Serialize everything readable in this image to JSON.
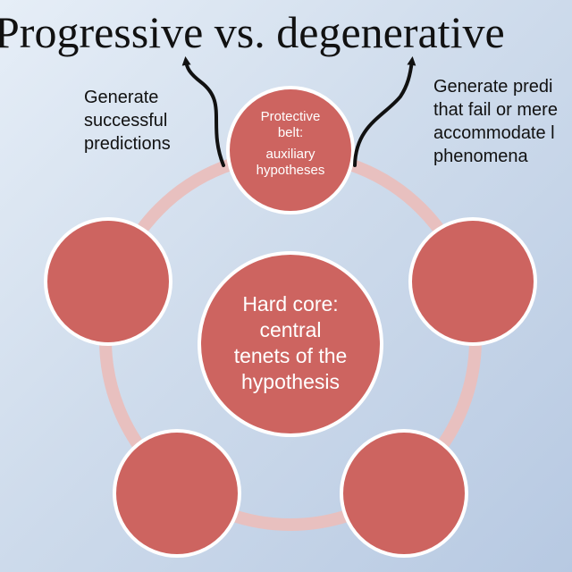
{
  "title": "Progressive vs. degenerative",
  "left_note": {
    "lines": [
      "Generate",
      "successful",
      "predictions"
    ]
  },
  "right_note": {
    "lines": [
      "Generate predi",
      "that fail or mere",
      "accommodate l",
      "phenomena"
    ]
  },
  "protective_belt": {
    "line1": "Protective",
    "line2": "belt:",
    "line3": "auxiliary",
    "line4": "hypotheses"
  },
  "hard_core": {
    "lines": [
      "Hard core:",
      "central",
      "tenets of the",
      "hypothesis"
    ]
  },
  "colors": {
    "circle_fill": "#cd6460",
    "circle_stroke": "#ffffff",
    "ring": "#e8c0bf",
    "arrow": "#111111"
  }
}
